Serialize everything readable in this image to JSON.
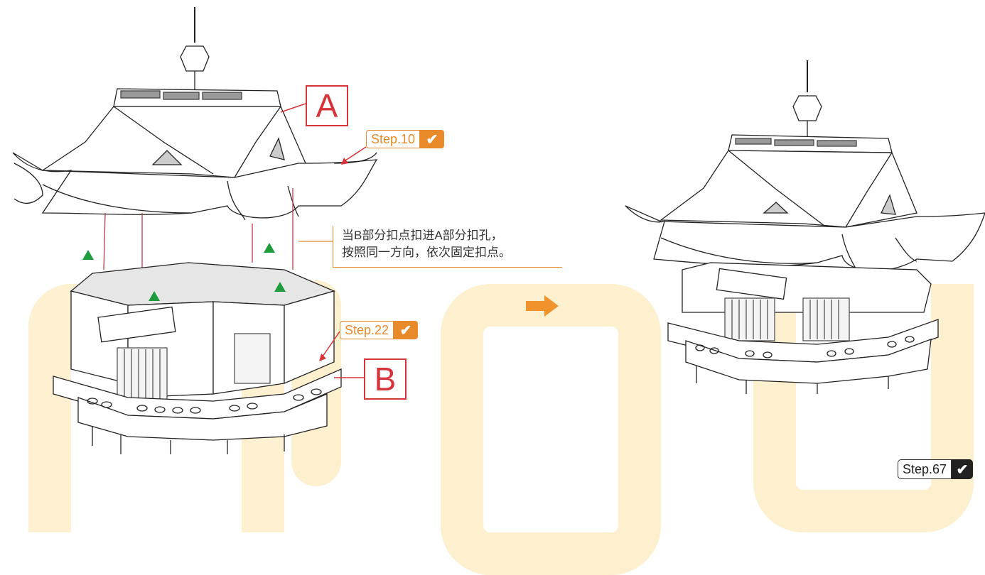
{
  "labels": {
    "part_a": "A",
    "part_b": "B"
  },
  "steps": {
    "step10": "Step.10",
    "step22": "Step.22",
    "step67": "Step.67",
    "check_icon": "check-icon"
  },
  "instruction": {
    "line1": "当B部分扣点扣进A部分扣孔，",
    "line2": "按照同一方向，依次固定扣点。"
  },
  "colors": {
    "accent": "#e8892a",
    "label_red": "#d6343a",
    "arrow_green": "#1e9b3c",
    "watermark": "#fbe9b8"
  },
  "icons": {
    "arrow": "arrow-right-icon",
    "triangle": "triangle-up-icon"
  }
}
